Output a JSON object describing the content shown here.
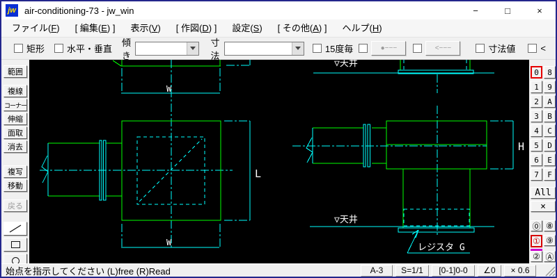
{
  "window": {
    "title": "air-conditioning-73 - jw_win",
    "icon_text": "jw",
    "minimize": "−",
    "maximize": "□",
    "close": "×"
  },
  "menu": {
    "items": [
      {
        "pre": "ファイル(",
        "key": "F",
        "post": ")"
      },
      {
        "pre": "[ 編集(",
        "key": "E",
        "post": ") ]"
      },
      {
        "pre": "表示(",
        "key": "V",
        "post": ")"
      },
      {
        "pre": "[ 作図(",
        "key": "D",
        "post": ") ]"
      },
      {
        "pre": "設定(",
        "key": "S",
        "post": ")"
      },
      {
        "pre": "[ その他(",
        "key": "A",
        "post": ") ]"
      },
      {
        "pre": "ヘルプ(",
        "key": "H",
        "post": ")"
      }
    ]
  },
  "controlbar": {
    "rect_label": "矩形",
    "hv_label": "水平・垂直",
    "slope_label": "傾き",
    "slope_value": "",
    "dim_label": "寸法",
    "dim_value": "",
    "deg15_label": "15度毎",
    "dot_button_label": "●−−−",
    "arrow_button_label": "<−−−",
    "dimvalue_label": "寸法値",
    "lt_label": "<"
  },
  "left_toolbar": {
    "buttons": [
      "範囲",
      "複線",
      "コーナー",
      "伸縮",
      "面取",
      "消去",
      "複写",
      "移動",
      "戻る"
    ]
  },
  "right_toolbar": {
    "hex_buttons": [
      "0",
      "1",
      "2",
      "3",
      "4",
      "5",
      "6",
      "7",
      "8",
      "9",
      "A",
      "B",
      "C",
      "D",
      "E",
      "F"
    ],
    "all_label": "All",
    "clear_label": "×",
    "group_buttons": [
      "⓪",
      "①",
      "②",
      "⑧",
      "⑨",
      "Ⓐ"
    ]
  },
  "canvas": {
    "background": "#000000",
    "line_cyan": "#00ffff",
    "line_green": "#00ff00",
    "text_color": "#ffffff",
    "labels": {
      "w_top": "W",
      "w_bottom": "W",
      "length": "L",
      "height": "H",
      "ceiling_top": "▽天井",
      "ceiling": "▽天井",
      "register": "レジスタ G"
    }
  },
  "statusbar": {
    "message": "始点を指示してください  (L)free  (R)Read",
    "paper": "A-3",
    "scale": "S=1/1",
    "layer": "[0-1]0-0",
    "angle": "∠0",
    "zoom": "× 0.6"
  }
}
